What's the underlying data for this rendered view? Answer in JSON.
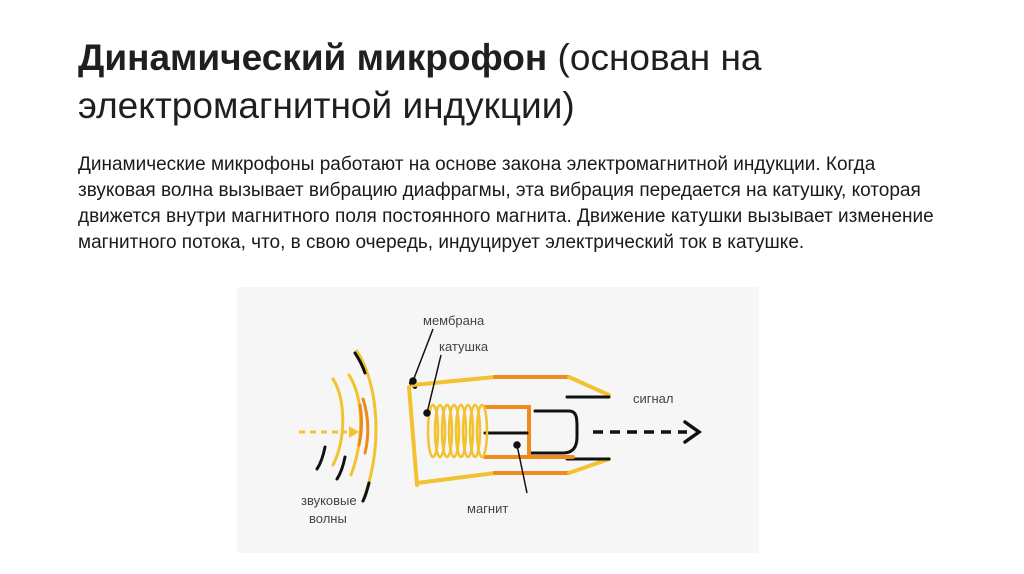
{
  "slide": {
    "title_bold": "Динамический микрофон",
    "title_regular": " (основан на электромагнитной индукции)",
    "body": "Динамические микрофоны работают на основе закона электромагнитной индукции. Когда звуковая волна вызывает вибрацию диафрагмы, эта вибрация передается на катушку, которая движется внутри магнитного поля постоянного магнита. Движение катушки вызывает изменение магнитного потока, что, в свою очередь, индуцирует электрический ток в катушке."
  },
  "diagram": {
    "labels": {
      "membrane": "мембрана",
      "coil": "катушка",
      "signal": "сигнал",
      "sound_waves_line1": "звуковые",
      "sound_waves_line2": "волны",
      "magnet": "магнит"
    },
    "colors": {
      "yellow": "#f2c230",
      "orange": "#ef8a1c",
      "black": "#111111",
      "background": "#f6f6f6"
    }
  }
}
